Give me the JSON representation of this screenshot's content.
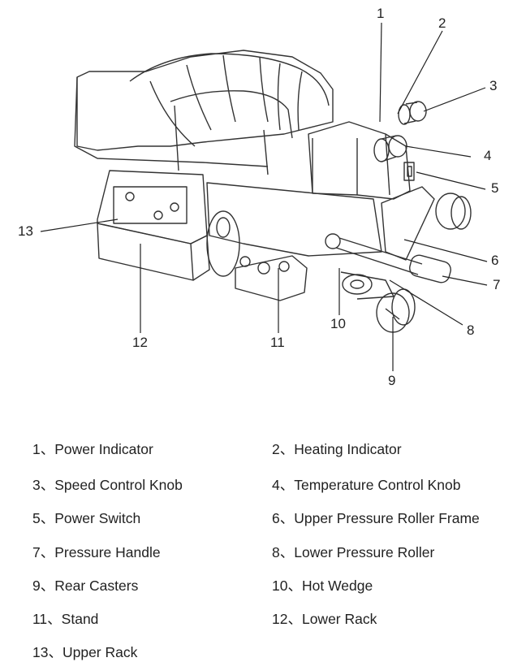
{
  "figure": {
    "callouts": [
      "1",
      "2",
      "3",
      "4",
      "5",
      "6",
      "7",
      "8",
      "9",
      "10",
      "11",
      "12",
      "13"
    ]
  },
  "legend": {
    "items": [
      {
        "num": "1",
        "sep": "、",
        "text": "Power Indicator"
      },
      {
        "num": "2",
        "sep": "、",
        "text": "Heating Indicator"
      },
      {
        "num": "3",
        "sep": "、",
        "text": "Speed Control Knob"
      },
      {
        "num": "4",
        "sep": "、",
        "text": "Temperature Control Knob"
      },
      {
        "num": "5",
        "sep": "、",
        "text": "Power Switch"
      },
      {
        "num": "6",
        "sep": "、",
        "text": "Upper Pressure Roller Frame"
      },
      {
        "num": "7",
        "sep": "、",
        "text": "Pressure Handle"
      },
      {
        "num": "8",
        "sep": "、",
        "text": "Lower Pressure Roller"
      },
      {
        "num": "9",
        "sep": "、",
        "text": "Rear Casters"
      },
      {
        "num": "10",
        "sep": "、",
        "text": "Hot Wedge"
      },
      {
        "num": "11",
        "sep": "、",
        "text": "Stand"
      },
      {
        "num": "12",
        "sep": "、",
        "text": "Lower Rack"
      },
      {
        "num": "13",
        "sep": "、",
        "text": "Upper Rack"
      }
    ]
  }
}
